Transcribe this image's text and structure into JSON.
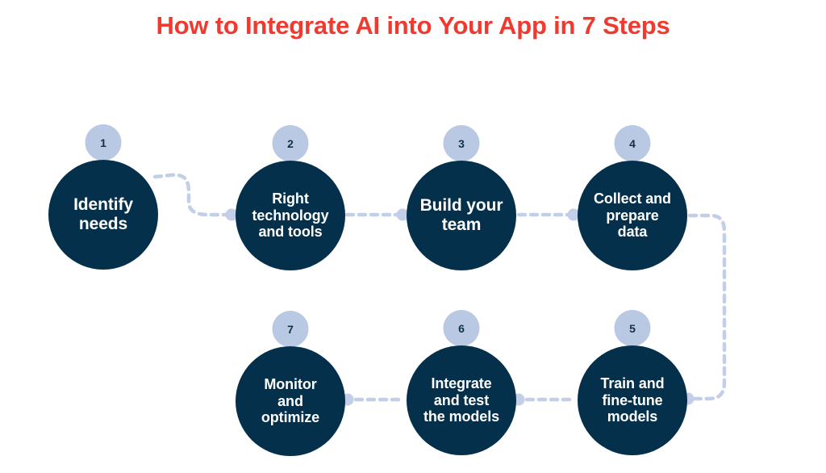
{
  "header": {
    "title": "How to Integrate AI into Your App in 7 Steps"
  },
  "colors": {
    "title": "#F0392F",
    "node_fill": "#04304B",
    "node_text": "#FFFFFF",
    "badge_fill": "#B9C9E3",
    "badge_text": "#123047",
    "connector": "#C3CEE8",
    "background": "#FFFFFF"
  },
  "flow": {
    "steps": [
      {
        "number": "1",
        "label": "Identify needs",
        "lines": [
          "Identify",
          "needs"
        ],
        "size": "two-line"
      },
      {
        "number": "2",
        "label": "Right technology and tools",
        "lines": [
          "Right",
          "technology",
          "and tools"
        ],
        "size": "three-line"
      },
      {
        "number": "3",
        "label": "Build your team",
        "lines": [
          "Build your",
          "team"
        ],
        "size": "two-line"
      },
      {
        "number": "4",
        "label": "Collect and prepare data",
        "lines": [
          "Collect and",
          "prepare",
          "data"
        ],
        "size": "three-line"
      },
      {
        "number": "5",
        "label": "Train and fine-tune models",
        "lines": [
          "Train and",
          "fine-tune",
          "models"
        ],
        "size": "three-line"
      },
      {
        "number": "6",
        "label": "Integrate and test the models",
        "lines": [
          "Integrate",
          "and test",
          "the models"
        ],
        "size": "three-line"
      },
      {
        "number": "7",
        "label": "Monitor and optimize",
        "lines": [
          "Monitor",
          "and",
          "optimize"
        ],
        "size": "three-line"
      }
    ],
    "connections": [
      {
        "from": "1",
        "to": "2",
        "style": "s-curve"
      },
      {
        "from": "2",
        "to": "3",
        "style": "straight"
      },
      {
        "from": "3",
        "to": "4",
        "style": "straight"
      },
      {
        "from": "4",
        "to": "5",
        "style": "wrap-down"
      },
      {
        "from": "5",
        "to": "6",
        "style": "straight"
      },
      {
        "from": "6",
        "to": "7",
        "style": "straight"
      }
    ]
  }
}
